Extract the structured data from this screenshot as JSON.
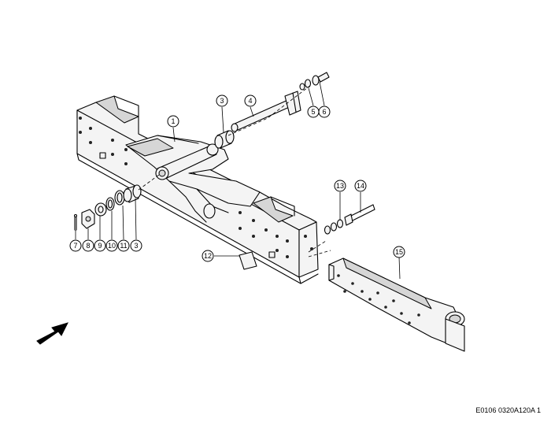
{
  "callouts": [
    {
      "id": "1",
      "label": "1"
    },
    {
      "id": "3a",
      "label": "3"
    },
    {
      "id": "4",
      "label": "4"
    },
    {
      "id": "5",
      "label": "5"
    },
    {
      "id": "6",
      "label": "6"
    },
    {
      "id": "7",
      "label": "7"
    },
    {
      "id": "8",
      "label": "8"
    },
    {
      "id": "9",
      "label": "9"
    },
    {
      "id": "10",
      "label": "10"
    },
    {
      "id": "11",
      "label": "11"
    },
    {
      "id": "3b",
      "label": "3"
    },
    {
      "id": "12",
      "label": "12"
    },
    {
      "id": "13",
      "label": "13"
    },
    {
      "id": "14",
      "label": "14"
    },
    {
      "id": "15",
      "label": "15"
    }
  ],
  "drawing_reference": "E0106 0320A120A 1",
  "icons": {
    "direction_arrow": "front-direction-arrow-icon"
  }
}
